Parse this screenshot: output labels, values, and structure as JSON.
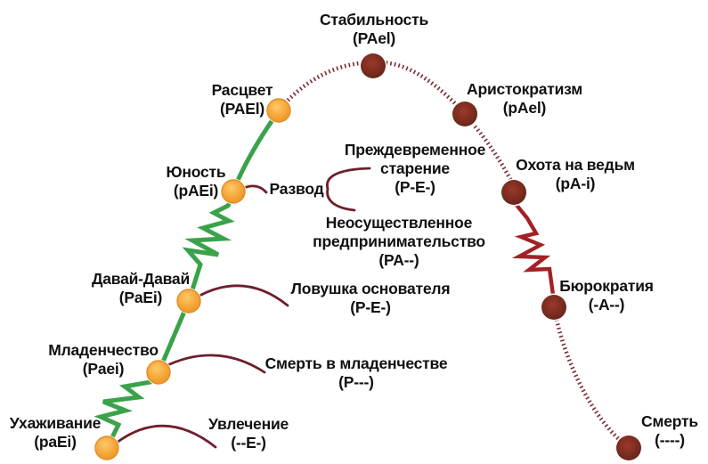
{
  "diagram_name": "adizes-corporate-lifecycle",
  "stages": [
    {
      "name": "Ухаживание",
      "code": "(paEi)"
    },
    {
      "name": "Младенчество",
      "code": "(Paei)"
    },
    {
      "name": "Давай-Давай",
      "code": "(PaEi)"
    },
    {
      "name": "Юность",
      "code": "(pAEi)"
    },
    {
      "name": "Расцвет",
      "code": "(PAEl)"
    },
    {
      "name": "Стабильность",
      "code": "(PAel)"
    },
    {
      "name": "Аристократизм",
      "code": "(pAel)"
    },
    {
      "name": "Охота на ведьм",
      "code": "(pA-i)"
    },
    {
      "name": "Бюрократия",
      "code": "(-A--)"
    },
    {
      "name": "Смерть",
      "code": "(----)"
    }
  ],
  "annotations": [
    {
      "lines": [
        "Увлечение",
        "(--E-)"
      ]
    },
    {
      "lines": [
        "Смерть в младенчестве",
        "(P---)"
      ]
    },
    {
      "lines": [
        "Ловушка основателя",
        "(P-E-)"
      ]
    },
    {
      "lines": [
        "Развод"
      ]
    },
    {
      "lines": [
        "Преждевременное",
        "старение",
        "(P-E-)"
      ]
    },
    {
      "lines": [
        "Неосуществленное",
        "предпринимательство",
        "(PA--)"
      ]
    }
  ],
  "colors": {
    "growth_line_green": "#3aa24a",
    "aging_dashed_maroon": "#7a2b33",
    "crisis_zigzag_red": "#a32126",
    "annotation_curve": "#6e1f2c",
    "orange_dot": "#f6a93c",
    "brown_dot": "#7b2d20",
    "text": "#101010",
    "background": "#ffffff"
  }
}
